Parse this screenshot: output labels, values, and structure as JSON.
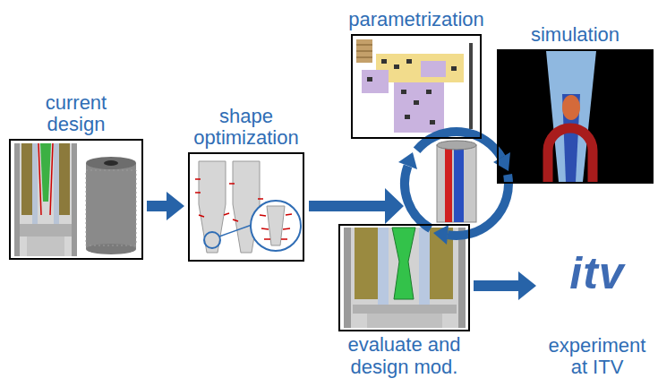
{
  "diagram": {
    "nodes": [
      {
        "text": [
          "current design"
        ]
      },
      {
        "text": [
          "shape optimization"
        ]
      },
      {
        "text": [
          "parametrization"
        ]
      },
      {
        "text": [
          "simulation"
        ]
      },
      {
        "text": [
          "evaluate and design mod."
        ]
      },
      {
        "text": [
          "itv",
          "experiment at ITV"
        ]
      }
    ],
    "edges": [
      {
        "from": 0,
        "to": 1,
        "arrow": "to"
      },
      {
        "from": 4,
        "to": 5,
        "arrow": "to"
      }
    ]
  }
}
